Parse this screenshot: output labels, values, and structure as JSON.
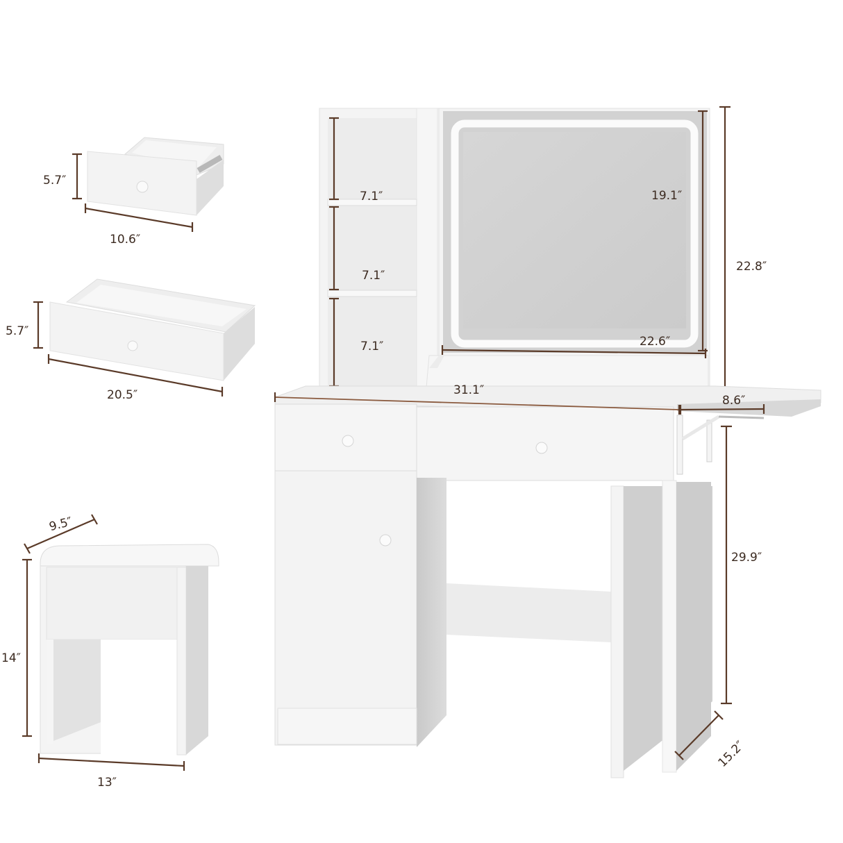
{
  "accent_color": "#5a3a28",
  "text_color": "#3b2a20",
  "product": "Vanity desk with lighted mirror, side shelves, drawers, cabinet, fold-out side table and stool",
  "drawers": {
    "small": {
      "height_label": "5.7″",
      "width_label": "10.6″"
    },
    "large": {
      "height_label": "5.7″",
      "width_label": "20.5″"
    }
  },
  "shelves": {
    "compartments": [
      {
        "height_label": "7.1″"
      },
      {
        "height_label": "7.1″"
      },
      {
        "height_label": "7.1″"
      }
    ]
  },
  "mirror": {
    "height_label": "19.1″",
    "width_label": "22.6″"
  },
  "hutch": {
    "height_label": "22.8″"
  },
  "desk": {
    "width_label": "31.1″",
    "side_table_label": "8.6″",
    "height_label": "29.9″",
    "depth_label": "15.2″"
  },
  "stool": {
    "depth_label": "9.5″",
    "height_label": "14″",
    "width_label": "13″"
  }
}
